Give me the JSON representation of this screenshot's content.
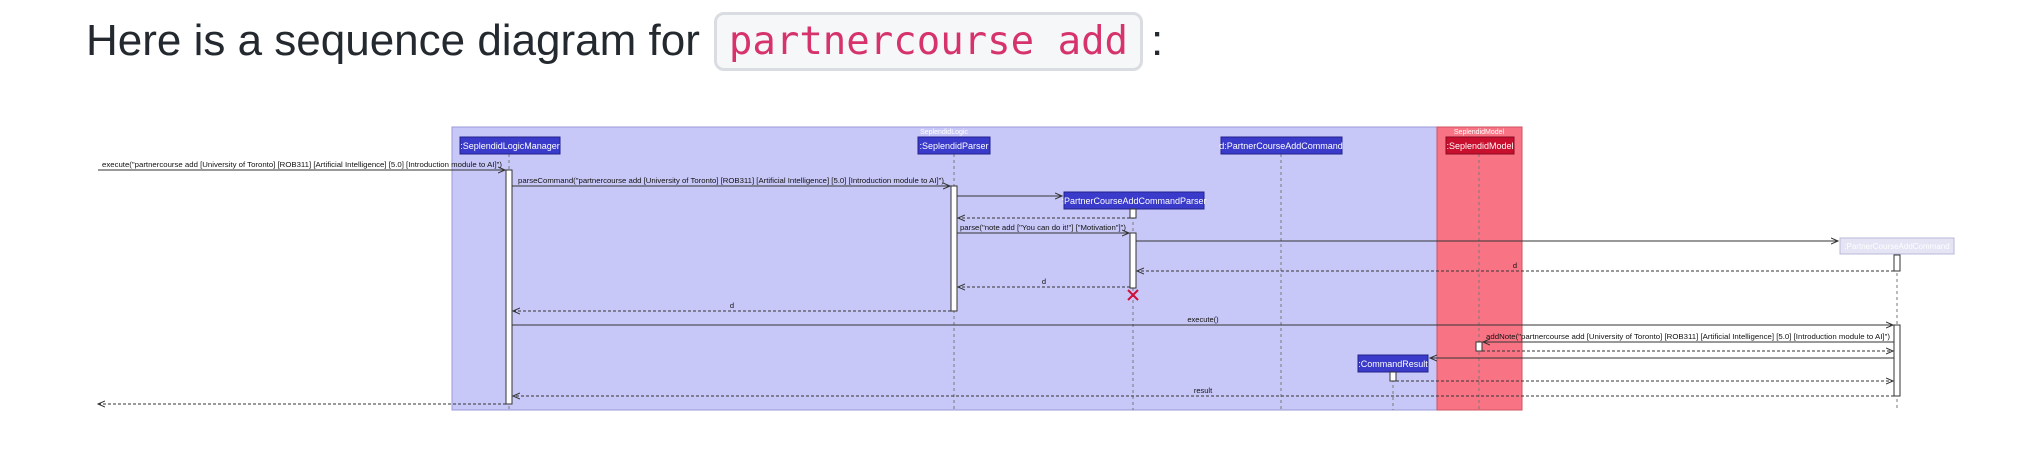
{
  "heading": {
    "prefix": "Here is a sequence diagram for",
    "code": "partnercourse add",
    "suffix": ":"
  },
  "diagram": {
    "groups": [
      {
        "id": "logic",
        "title": "SeplendidLogic",
        "color": "#c8c8f8"
      },
      {
        "id": "model",
        "title": "SeplendidModel",
        "color": "#f87484"
      }
    ],
    "participants": [
      {
        "id": "logicManager",
        "label": ":SeplendidLogicManager"
      },
      {
        "id": "parser",
        "label": ":SeplendidParser"
      },
      {
        "id": "courseParser",
        "label": ":PartnerCourseAddCommandParser"
      },
      {
        "id": "command",
        "label": "d:PartnerCourseAddCommand"
      },
      {
        "id": "commandResult",
        "label": ":CommandResult"
      },
      {
        "id": "model",
        "label": ":SeplendidModel"
      },
      {
        "id": "addCommand",
        "label": ":PartnerCourseAddCommand"
      }
    ],
    "messages": [
      {
        "id": "m1",
        "label": "execute(\"partnercourse add [University of Toronto] [ROB311] [Artificial Intelligence] [5.0] [Introduction module to AI]\")"
      },
      {
        "id": "m2",
        "label": "parseCommand(\"partnercourse add [University of Toronto] [ROB311] [Artificial Intelligence] [5.0] [Introduction module to AI]\")"
      },
      {
        "id": "m3",
        "label": ""
      },
      {
        "id": "m4",
        "label": ""
      },
      {
        "id": "m5",
        "label": "parse(\"note add [\"You can do it!\"] [\"Motivation\"]\")"
      },
      {
        "id": "m6",
        "label": ""
      },
      {
        "id": "m7",
        "label": "d"
      },
      {
        "id": "m8",
        "label": "d"
      },
      {
        "id": "m9",
        "label": "d"
      },
      {
        "id": "m10",
        "label": "execute()"
      },
      {
        "id": "m11",
        "label": "addNote(\"partnercourse add [University of Toronto] [ROB311] [Artificial Intelligence] [5.0] [Introduction module to AI]\")"
      },
      {
        "id": "m12",
        "label": ""
      },
      {
        "id": "m13",
        "label": ""
      },
      {
        "id": "m14",
        "label": ""
      },
      {
        "id": "m15",
        "label": "result"
      },
      {
        "id": "m16",
        "label": ""
      }
    ],
    "colors": {
      "participant_fill": "#3a3acb",
      "participant_text": "#ffffff",
      "model_participant_fill": "#c8102e",
      "faded_participant_fill": "#e4e4f4",
      "destroy": "#d0103a",
      "line": "#555555"
    }
  }
}
